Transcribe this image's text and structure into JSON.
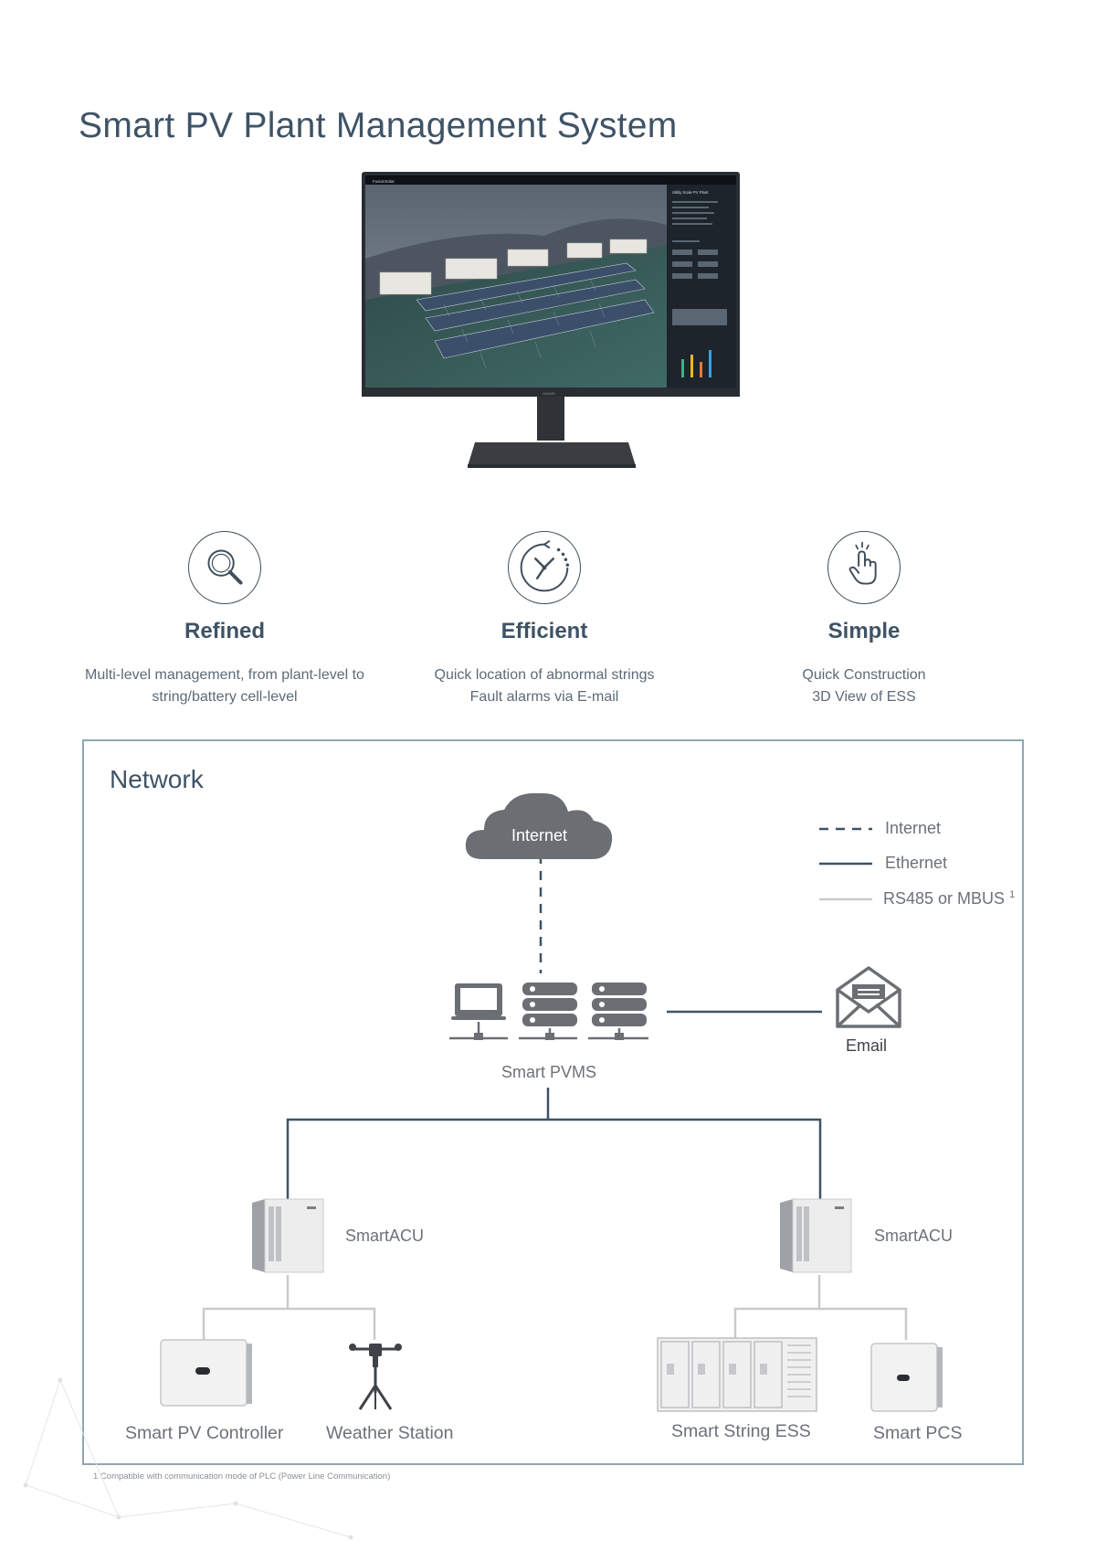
{
  "page": {
    "title": "Smart PV Plant Management System"
  },
  "monitor_screen": {
    "brand": "FusionSolar",
    "plant_title": "Utility Scale PV Plant",
    "stand_logo": "HUAWEI"
  },
  "features": [
    {
      "icon": "magnifier-icon",
      "title": "Refined",
      "lines": [
        "Multi-level management, from plant-level to",
        "string/battery cell-level"
      ]
    },
    {
      "icon": "efficiency-clock-icon",
      "title": "Efficient",
      "lines": [
        "Quick location of abnormal strings",
        "Fault alarms via E-mail"
      ]
    },
    {
      "icon": "tap-gesture-icon",
      "title": "Simple",
      "lines": [
        "Quick Construction",
        "3D View of ESS"
      ]
    }
  ],
  "network": {
    "title": "Network",
    "cloud_label": "Internet",
    "legend": [
      {
        "style": "dashed",
        "label": "Internet",
        "color": "#3f5366"
      },
      {
        "style": "solid",
        "label": "Ethernet",
        "color": "#3f5366"
      },
      {
        "style": "solid-light",
        "label": "RS485 or MBUS",
        "sup": "1",
        "color": "#c8cbce"
      }
    ],
    "pvms_label": "Smart PVMS",
    "email_label": "Email",
    "left_acu_label": "SmartACU",
    "right_acu_label": "SmartACU",
    "devices": {
      "pv_controller": "Smart PV Controller",
      "weather_station": "Weather Station",
      "string_ess": "Smart String ESS",
      "pcs": "Smart PCS"
    }
  },
  "footnote": "1   Compatible with communication mode of PLC (Power Line Communication)",
  "colors": {
    "heading": "#3f5366",
    "frame": "#8fa6b2",
    "icon_gray": "#6b6f73",
    "line_dark": "#3f5366",
    "line_light": "#c8cbce"
  }
}
